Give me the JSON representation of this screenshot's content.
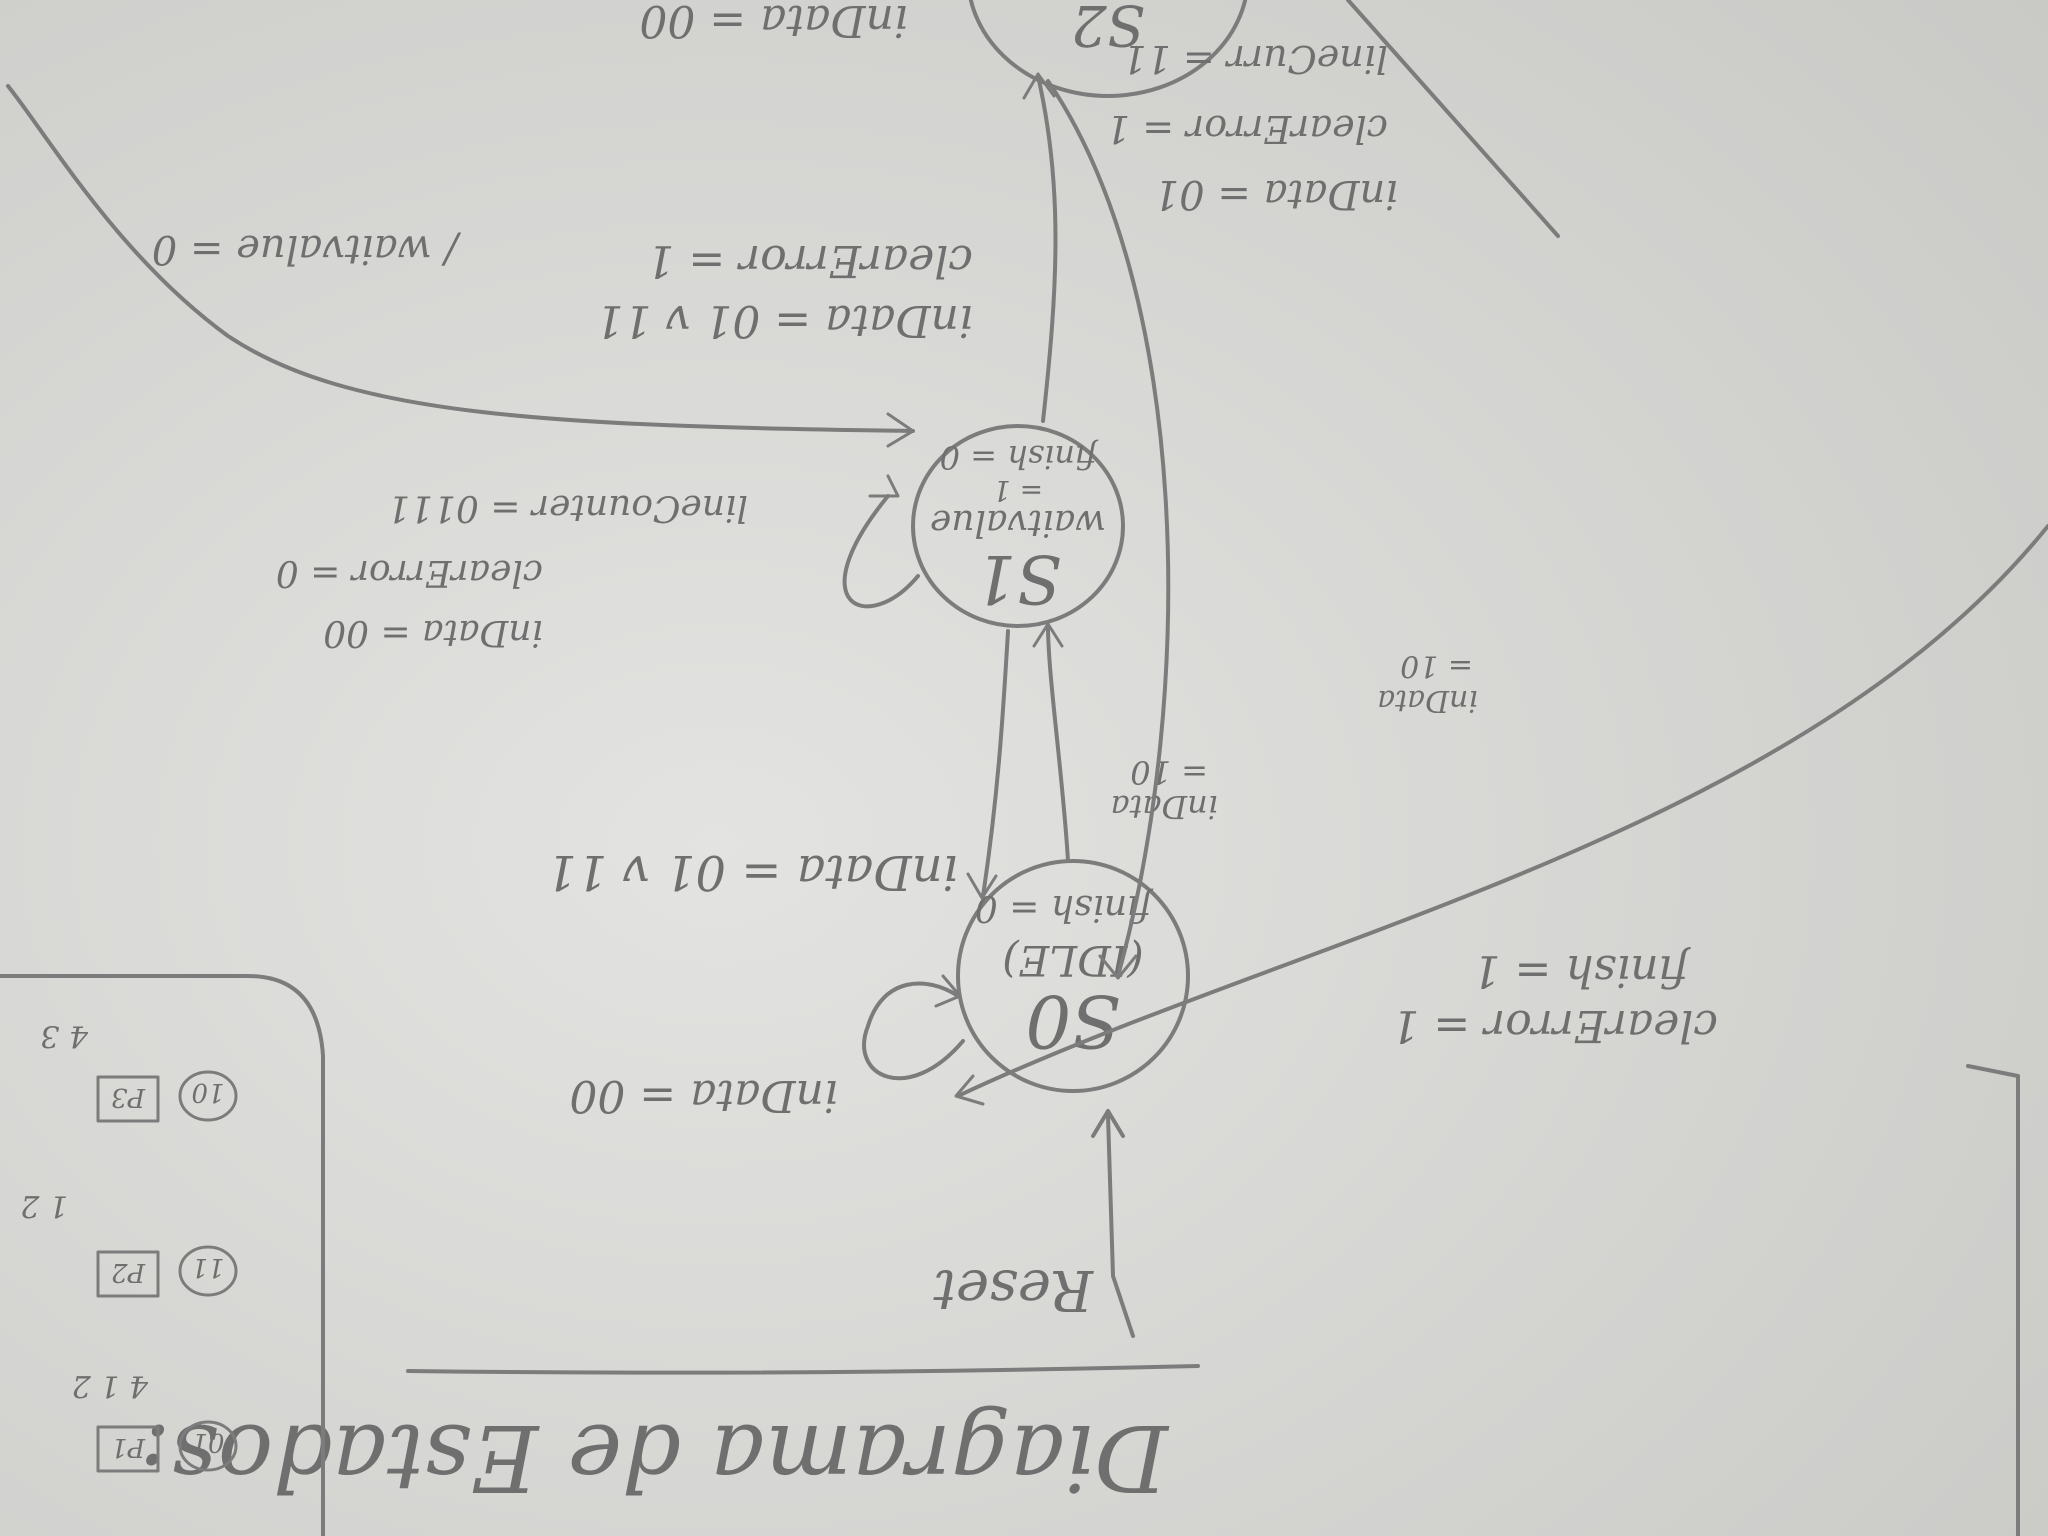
{
  "page": {
    "title": "Diagrama de Estados:",
    "reset_label": "Reset"
  },
  "states": [
    {
      "id": "S0",
      "name": "S0",
      "lines": [
        "(IDLE)",
        "finish = 0"
      ]
    },
    {
      "id": "S1",
      "name": "S1",
      "lines": [
        "waitvalue",
        "= 1",
        "finish = 0"
      ]
    },
    {
      "id": "S2",
      "name": "S2",
      "lines": []
    }
  ],
  "transitions": {
    "s0_self": "inData = 00",
    "s0_to_s1": "inData = 01 v 11",
    "s1_to_s0": [
      "inData",
      "= 10"
    ],
    "s1_self": [
      "inData = 00",
      "clearError = 0",
      "lineCounter = 0111"
    ],
    "s1_to_s2": [
      "inData = 01 v 11",
      "clearError = 1"
    ],
    "s1_wait": [
      "/ waitvalue = 0"
    ],
    "s2_to_s0": [
      "inData",
      "= 10"
    ],
    "s2_top": "inData = 00",
    "s2_right": [
      "inData = 01",
      "clearError = 1",
      "lineCurr = 11"
    ],
    "big_arc": [
      "clearError = 1",
      "finish = 1"
    ]
  },
  "legend": {
    "items": [
      {
        "code": "01",
        "label": "P1",
        "value": "4 1 2"
      },
      {
        "code": "11",
        "label": "P2",
        "value": "1 2"
      },
      {
        "code": "10",
        "label": "P3",
        "value": "4 3"
      }
    ]
  },
  "colors": {
    "paper": "#dcdcda",
    "pencil": "#7c7c7c",
    "text": "#6f6f6f"
  }
}
